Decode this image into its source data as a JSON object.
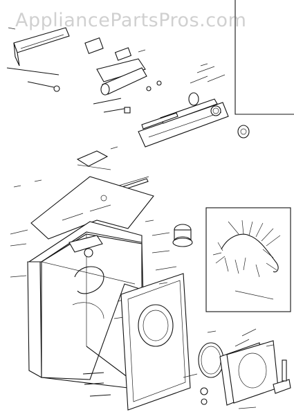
{
  "watermark": "AppliancePartsPros.com",
  "diagram": {
    "sections": [
      "control-panel",
      "cabinet",
      "wiring-harness",
      "front-panel"
    ]
  }
}
